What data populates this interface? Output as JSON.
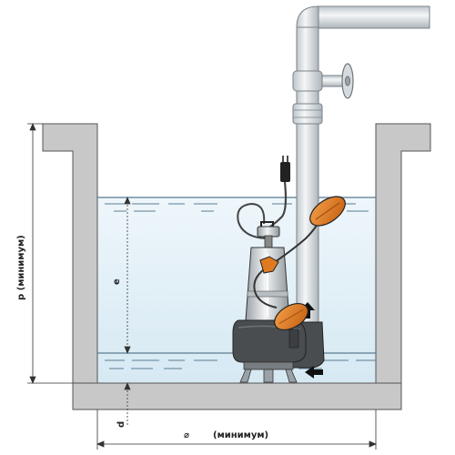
{
  "labels": {
    "p_dimension": "p (минимум)",
    "e_dimension": "e",
    "d_dimension": "d",
    "diameter_symbol": "⌀",
    "diameter_label": "(минимум)"
  },
  "colors": {
    "wall": "#c8c8c8",
    "water": "#e4f1f8",
    "water_edge": "#b8d6e8",
    "pipe": "#dde3e6",
    "pipe_outline": "#7a8288",
    "pump_body": "#4a4d50",
    "float": "#e07a20",
    "outline": "#333333"
  }
}
